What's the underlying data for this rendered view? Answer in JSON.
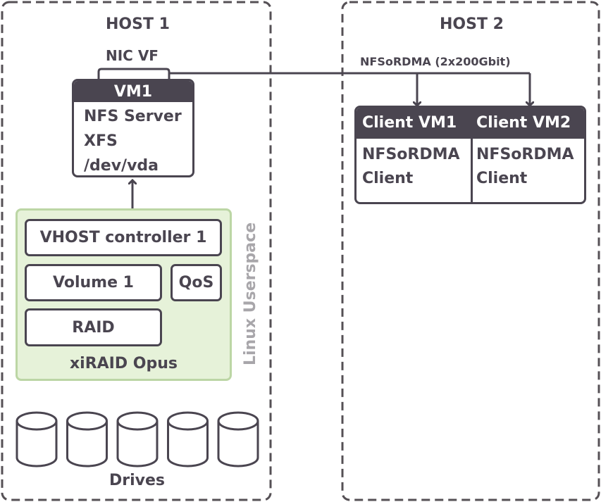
{
  "host1": {
    "label": "HOST 1",
    "nic_label": "NIC VF",
    "vm": {
      "title": "VM1",
      "lines": [
        "NFS Server",
        "XFS",
        "/dev/vda"
      ]
    },
    "xiraid": {
      "label": "xiRAID Opus",
      "vhost": "VHOST controller 1",
      "volume": "Volume 1",
      "qos": "QoS",
      "raid": "RAID"
    },
    "userspace_label": "Linux Userspace",
    "drives_label": "Drives",
    "drive_count": 5
  },
  "host2": {
    "label": "HOST 2",
    "link_label": "NFSoRDMA (2x200Gbit)",
    "clients": [
      {
        "title": "Client VM1",
        "lines": [
          "NFSoRDMA",
          "Client"
        ]
      },
      {
        "title": "Client VM2",
        "lines": [
          "NFSoRDMA",
          "Client"
        ]
      }
    ]
  },
  "colors": {
    "dark": "#4a4550",
    "green_fill": "#e6f2d9",
    "green_border": "#bcd6a5",
    "gray_text": "#a8a6aa"
  }
}
